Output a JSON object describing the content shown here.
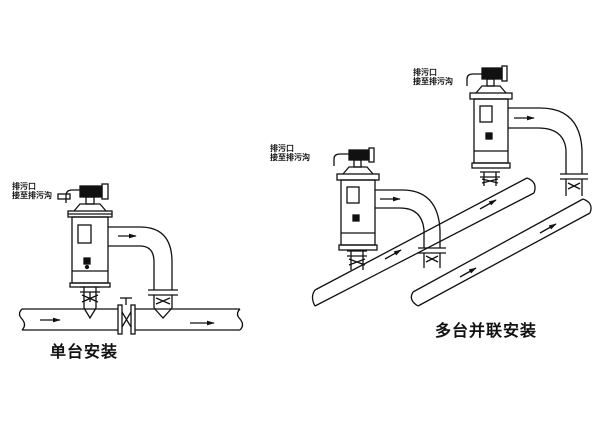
{
  "diagram": {
    "left": {
      "drain_line1": "排污口",
      "drain_line2": "接至排污沟",
      "caption": "单台安装"
    },
    "right": {
      "unit_a": {
        "drain_line1": "排污口",
        "drain_line2": "接至排污沟"
      },
      "unit_b": {
        "drain_line1": "排污口",
        "drain_line2": "接至排污沟"
      },
      "caption": "多台并联安装"
    }
  }
}
